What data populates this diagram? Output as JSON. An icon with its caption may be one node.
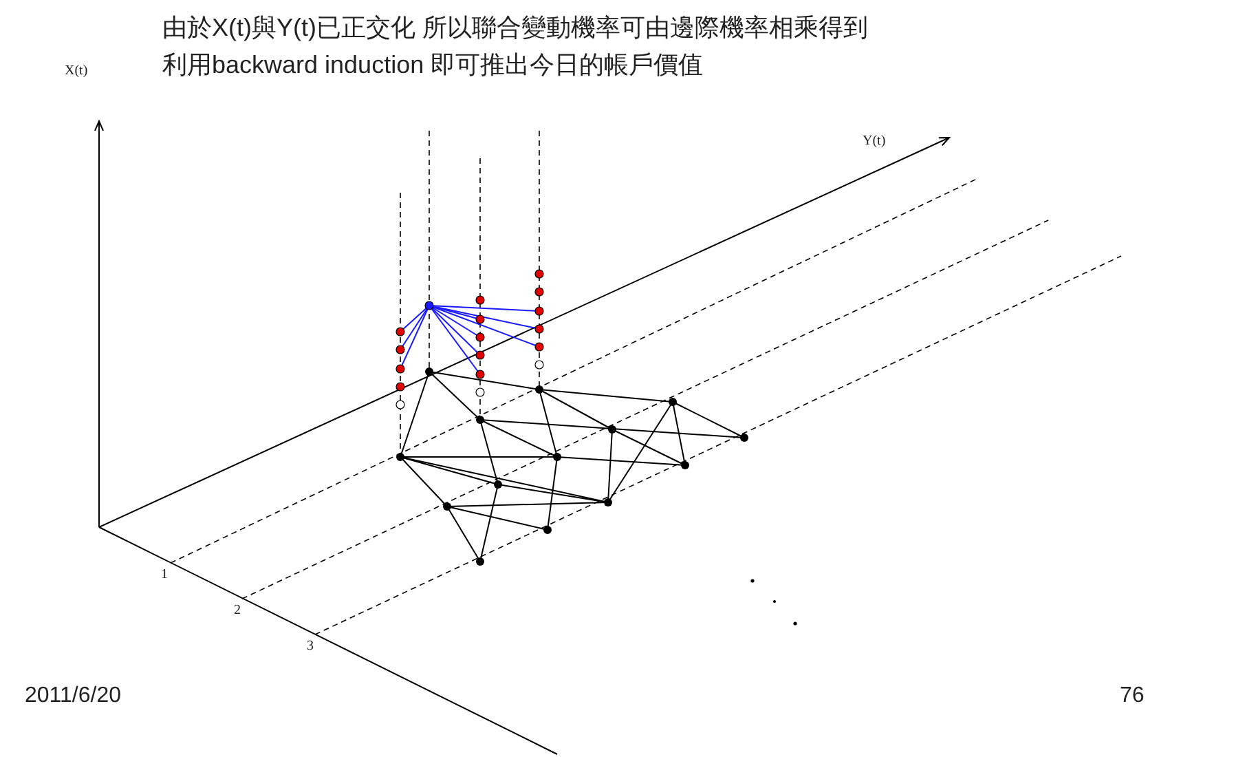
{
  "diagram": {
    "labels": [
      "由於X(t)與Y(t)已正交化 所以聯合變動機率可由邊際機率相乘得到",
      "利用backward induction 即可推出今日的帳戶價值",
      "X(t)",
      "Y(t)",
      "1",
      "2",
      "3",
      "2011/6/20",
      "76"
    ]
  }
}
